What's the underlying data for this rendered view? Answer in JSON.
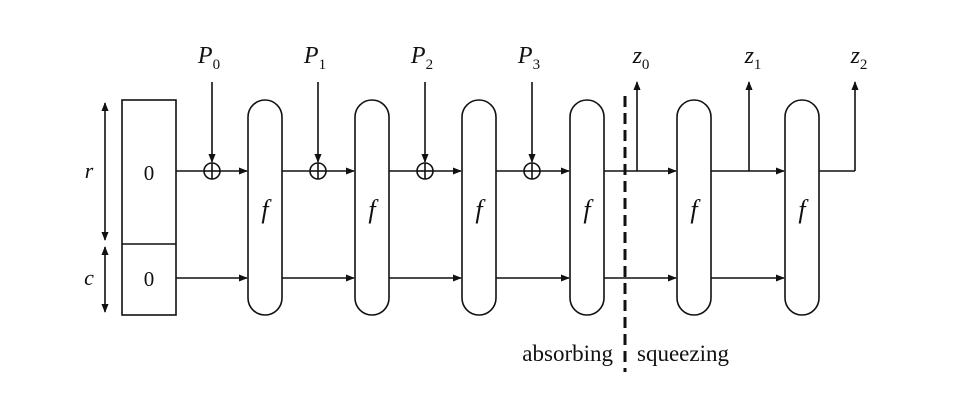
{
  "state": {
    "r_label": "r",
    "c_label": "c",
    "r_value": "0",
    "c_value": "0"
  },
  "inputs": [
    {
      "base": "P",
      "sub": "0"
    },
    {
      "base": "P",
      "sub": "1"
    },
    {
      "base": "P",
      "sub": "2"
    },
    {
      "base": "P",
      "sub": "3"
    }
  ],
  "outputs": [
    {
      "base": "z",
      "sub": "0"
    },
    {
      "base": "z",
      "sub": "1"
    },
    {
      "base": "z",
      "sub": "2"
    }
  ],
  "function_label": "f",
  "xor_symbol": "⊕",
  "phases": {
    "absorbing": "absorbing",
    "squeezing": "squeezing"
  }
}
